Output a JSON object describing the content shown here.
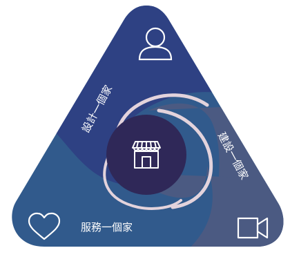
{
  "diagram": {
    "center_icon": "storefront-icon",
    "segments": [
      {
        "id": "top",
        "label": "設計一個家",
        "icon": "person-icon",
        "color": "#2e4183"
      },
      {
        "id": "right",
        "label": "建設一個家",
        "icon": "video-camera-icon",
        "color": "#4b5a82"
      },
      {
        "id": "left",
        "label": "服務一個家",
        "icon": "heart-icon",
        "color": "#315a8c"
      }
    ],
    "colors": {
      "top": "#2e4183",
      "right": "#4b5a82",
      "left": "#315a8c",
      "center": "#2f2858",
      "swirl_edge": "#e3d3dc"
    }
  }
}
